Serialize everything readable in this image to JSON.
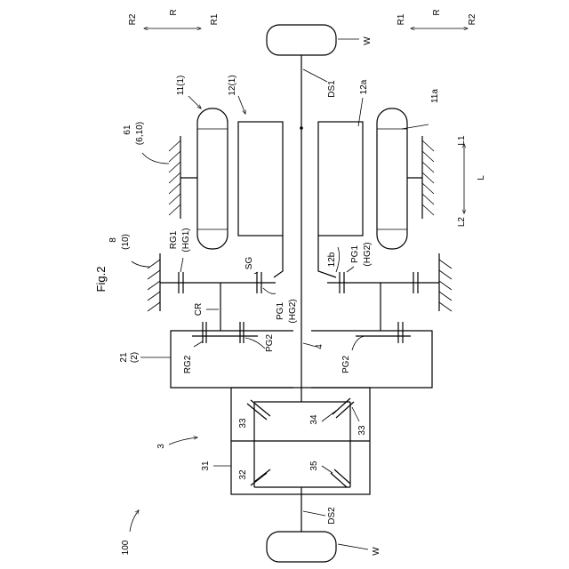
{
  "figure": {
    "title": "Fig.2"
  },
  "labels": {
    "system": "100",
    "diff": "3",
    "diff_case": "31",
    "pinion_shaft": "32",
    "gear33_upper": "33",
    "gear33_lower": "33",
    "gear34": "34",
    "gear35": "35",
    "unit": "21",
    "unit_sub": "(2)",
    "rg2": "RG2",
    "pg2_left": "PG2",
    "pg2_right": "PG2",
    "cr": "CR",
    "shaft4": "4",
    "pg1_hg2_left_a": "PG1",
    "pg1_hg2_left_b": "(HG2)",
    "sg": "SG",
    "rg1_a": "RG1",
    "rg1_b": "(HG1)",
    "pg1_hg2_right_a": "PG1",
    "pg1_hg2_right_b": "(HG2)",
    "gear12b": "12b",
    "case8_a": "8",
    "case8_b": "(10)",
    "rotor12": "12(1)",
    "stator11": "11(1)",
    "ds1": "DS1",
    "ds2": "DS2",
    "w_top": "W",
    "w_bottom": "W",
    "rotor12a": "12a",
    "stator11a": "11a",
    "case61_a": "61",
    "case61_b": "(6,10)",
    "r_left": "R",
    "r1_left": "R1",
    "r2_left": "R2",
    "r_right": "R",
    "r1_right": "R1",
    "r2_right": "R2",
    "l": "L",
    "l1": "L1",
    "l2": "L2"
  }
}
